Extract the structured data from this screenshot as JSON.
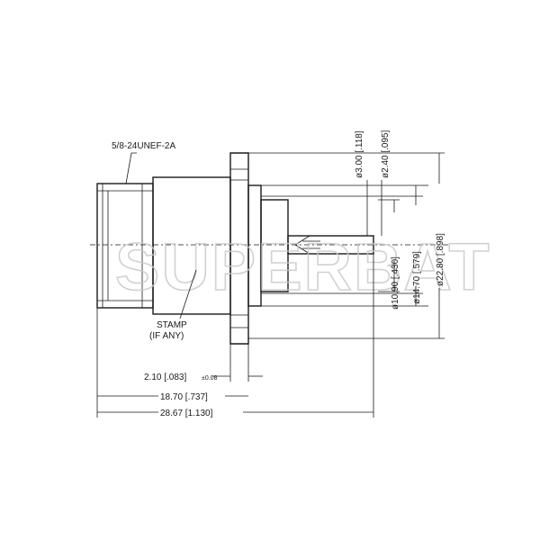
{
  "watermark": "SUPERBAT",
  "labels": {
    "thread": "5/8-24UNEF-2A",
    "stamp_line1": "STAMP",
    "stamp_line2": "(IF ANY)"
  },
  "dimensions": {
    "d_2_10": "2.10 [.083]",
    "d_2_10_tol": "±0.08",
    "d_18_70": "18.70 [.737]",
    "d_28_67": "28.67 [1.130]",
    "dia_3_00": "ø3.00 [.118]",
    "dia_2_40": "ø2.40 [.095]",
    "dia_10_90": "ø10.90 [.430]",
    "dia_14_70": "ø14.70 [.579]",
    "dia_22_80": "ø22.80 [.898]"
  }
}
